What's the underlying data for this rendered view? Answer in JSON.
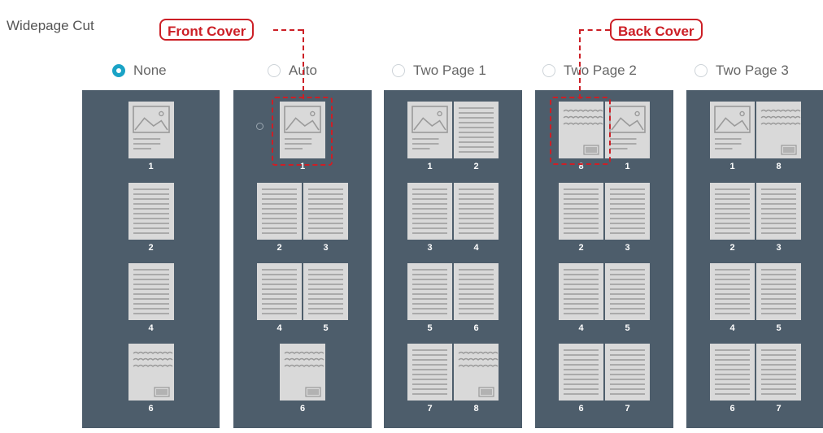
{
  "header": {
    "label": "Widepage Cut"
  },
  "callouts": {
    "front": "Front Cover",
    "back": "Back Cover"
  },
  "options": [
    {
      "label": "None",
      "selected": true
    },
    {
      "label": "Auto",
      "selected": false
    },
    {
      "label": "Two Page 1",
      "selected": false
    },
    {
      "label": "Two Page 2",
      "selected": false
    },
    {
      "label": "Two Page 3",
      "selected": false
    }
  ],
  "columns": [
    {
      "rows": [
        {
          "type": "single",
          "pages": [
            {
              "kind": "cover",
              "num": "1"
            }
          ]
        },
        {
          "type": "single",
          "pages": [
            {
              "kind": "text",
              "num": "2"
            }
          ]
        },
        {
          "type": "single",
          "pages": [
            {
              "kind": "text",
              "num": "4"
            }
          ]
        },
        {
          "type": "single",
          "pages": [
            {
              "kind": "back",
              "num": "6"
            }
          ]
        }
      ]
    },
    {
      "rows": [
        {
          "type": "single",
          "pages": [
            {
              "kind": "cover",
              "num": "1"
            }
          ]
        },
        {
          "type": "double",
          "pages": [
            {
              "kind": "text",
              "num": "2"
            },
            {
              "kind": "text",
              "num": "3"
            }
          ]
        },
        {
          "type": "double",
          "pages": [
            {
              "kind": "text",
              "num": "4"
            },
            {
              "kind": "text",
              "num": "5"
            }
          ]
        },
        {
          "type": "single",
          "pages": [
            {
              "kind": "back",
              "num": "6"
            }
          ]
        }
      ]
    },
    {
      "rows": [
        {
          "type": "double",
          "pages": [
            {
              "kind": "cover",
              "num": "1"
            },
            {
              "kind": "text",
              "num": "2"
            }
          ]
        },
        {
          "type": "double",
          "pages": [
            {
              "kind": "text",
              "num": "3"
            },
            {
              "kind": "text",
              "num": "4"
            }
          ]
        },
        {
          "type": "double",
          "pages": [
            {
              "kind": "text",
              "num": "5"
            },
            {
              "kind": "text",
              "num": "6"
            }
          ]
        },
        {
          "type": "double",
          "pages": [
            {
              "kind": "text",
              "num": "7"
            },
            {
              "kind": "back",
              "num": "8"
            }
          ]
        }
      ]
    },
    {
      "rows": [
        {
          "type": "double",
          "pages": [
            {
              "kind": "back",
              "num": "8"
            },
            {
              "kind": "cover",
              "num": "1"
            }
          ]
        },
        {
          "type": "double",
          "pages": [
            {
              "kind": "text",
              "num": "2"
            },
            {
              "kind": "text",
              "num": "3"
            }
          ]
        },
        {
          "type": "double",
          "pages": [
            {
              "kind": "text",
              "num": "4"
            },
            {
              "kind": "text",
              "num": "5"
            }
          ]
        },
        {
          "type": "double",
          "pages": [
            {
              "kind": "text",
              "num": "6"
            },
            {
              "kind": "text",
              "num": "7"
            }
          ]
        }
      ]
    },
    {
      "rows": [
        {
          "type": "double",
          "pages": [
            {
              "kind": "cover",
              "num": "1"
            },
            {
              "kind": "back",
              "num": "8"
            }
          ]
        },
        {
          "type": "double",
          "pages": [
            {
              "kind": "text",
              "num": "2"
            },
            {
              "kind": "text",
              "num": "3"
            }
          ]
        },
        {
          "type": "double",
          "pages": [
            {
              "kind": "text",
              "num": "4"
            },
            {
              "kind": "text",
              "num": "5"
            }
          ]
        },
        {
          "type": "double",
          "pages": [
            {
              "kind": "text",
              "num": "6"
            },
            {
              "kind": "text",
              "num": "7"
            }
          ]
        }
      ]
    }
  ],
  "colors": {
    "panel": "#4d5d6b",
    "page": "#d9d9d9",
    "accent": "#1aa3c6",
    "callout": "#cc1f26"
  }
}
